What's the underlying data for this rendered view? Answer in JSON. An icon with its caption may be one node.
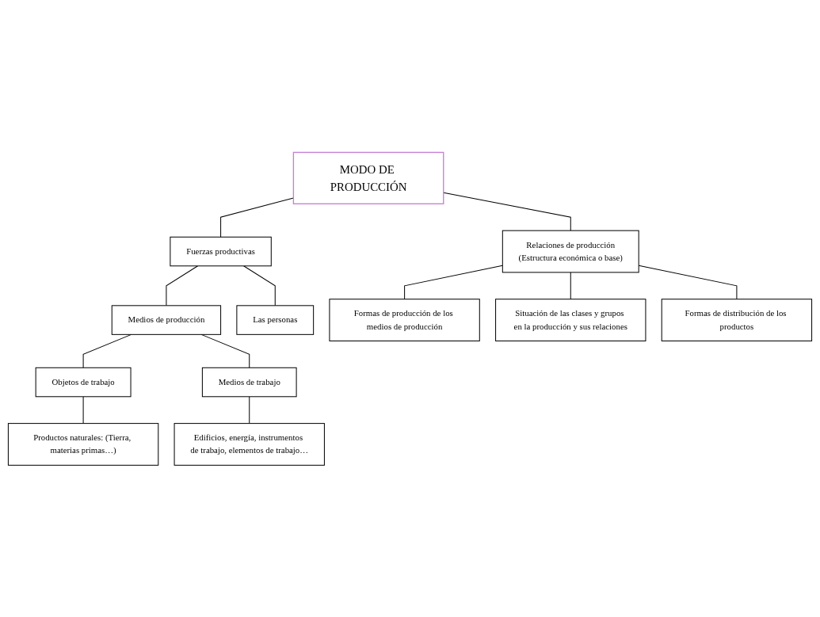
{
  "diagram": {
    "nodes": [
      {
        "text": [
          "MODO DE PRODUCCIÓN"
        ]
      },
      {
        "text": [
          "Fuerzas productivas"
        ]
      },
      {
        "text": [
          "Relaciones de producción",
          "(Estructura económica o base)"
        ]
      },
      {
        "text": [
          "Medios de producción"
        ]
      },
      {
        "text": [
          "Las personas"
        ]
      },
      {
        "text": [
          "Formas de producción de los medios de producción"
        ]
      },
      {
        "text": [
          "Situación de las clases y grupos en la producción y sus relaciones"
        ]
      },
      {
        "text": [
          "Formas de distribución de los productos"
        ]
      },
      {
        "text": [
          "Objetos de trabajo"
        ]
      },
      {
        "text": [
          "Productos naturales: (Tierra, materias primas…)"
        ]
      },
      {
        "text": [
          "Medios de trabajo"
        ]
      },
      {
        "text": [
          "Edificios, energía, instrumentos de trabajo, elementos de trabajo…"
        ]
      }
    ],
    "edges": [
      {
        "from": 0,
        "to": 1,
        "arrow": "none"
      },
      {
        "from": 0,
        "to": 2,
        "arrow": "none"
      },
      {
        "from": 1,
        "to": 3,
        "arrow": "none"
      },
      {
        "from": 1,
        "to": 4,
        "arrow": "none"
      },
      {
        "from": 2,
        "to": 5,
        "arrow": "none"
      },
      {
        "from": 2,
        "to": 6,
        "arrow": "none"
      },
      {
        "from": 2,
        "to": 7,
        "arrow": "none"
      },
      {
        "from": 3,
        "to": 8,
        "arrow": "none"
      },
      {
        "from": 3,
        "to": 10,
        "arrow": "none"
      },
      {
        "from": 8,
        "to": 9,
        "arrow": "none"
      },
      {
        "from": 10,
        "to": 11,
        "arrow": "none"
      }
    ]
  }
}
